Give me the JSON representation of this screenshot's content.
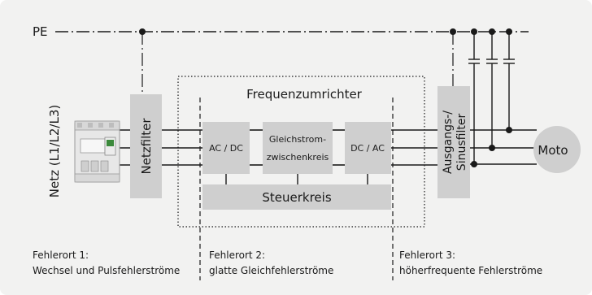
{
  "pe_label": "PE",
  "netz_label": "Netz (L1/L2/L3)",
  "netzfilter_label": "Netzfilter",
  "frequenzumrichter_label": "Frequenzumrichter",
  "ac_dc_label": "AC / DC",
  "gleichstrom_line1": "Gleichstrom-",
  "gleichstrom_line2": "zwischenkreis",
  "dc_ac_label": "DC / AC",
  "steuerkreis_label": "Steuerkreis",
  "ausgang_line1": "Ausgangs-/",
  "ausgang_line2": "Sinusfilter",
  "motor_label": "Moto",
  "fehler1_title": "Fehlerort 1:",
  "fehler1_desc": "Wechsel und Pulsfehlerströme",
  "fehler2_title": "Fehlerort 2:",
  "fehler2_desc": "glatte Gleichfehlerströme",
  "fehler3_title": "Fehlerort 3:",
  "fehler3_desc": "höherfrequente Fehlerströme",
  "colors": {
    "background": "#f2f2f1",
    "block": "#cfcfcf",
    "line": "#1a1a1a",
    "text": "#1a1a1a"
  }
}
